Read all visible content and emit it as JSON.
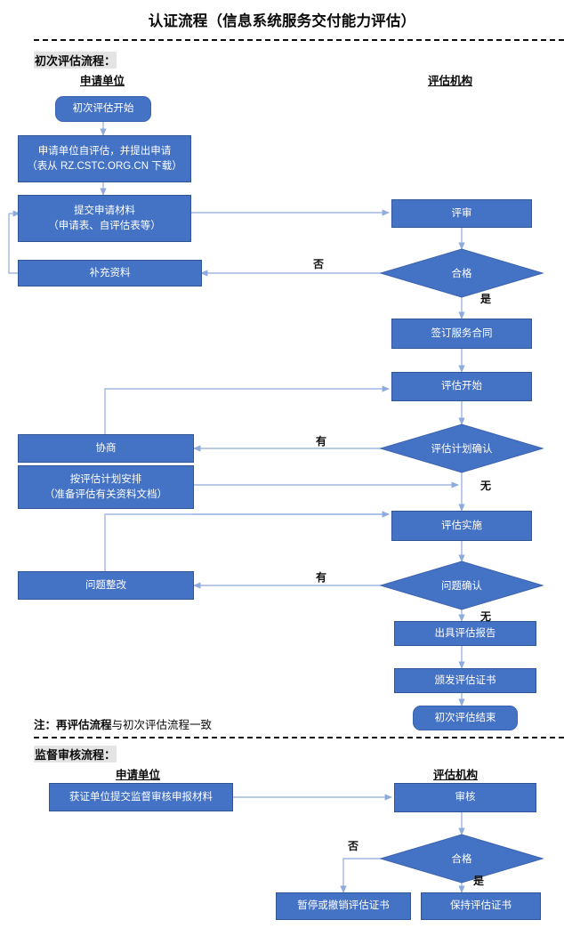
{
  "title": "认证流程（信息系统服务交付能力评估）",
  "theme": {
    "box_fill": "#4472C4",
    "box_stroke": "#2F5597",
    "diamond_fill": "#4472C4",
    "connector": "#8FAADC",
    "text_on_box": "#FFFFFF",
    "page_text": "#0A0A0A",
    "highlight": "#E4E4E4"
  },
  "sections": [
    {
      "id": "initial",
      "label": "初次评估流程：",
      "columns": [
        {
          "id": "applicant",
          "label": "申请单位"
        },
        {
          "id": "agency",
          "label": "评估机构"
        }
      ]
    },
    {
      "id": "surveillance",
      "label": "监督审核流程：",
      "columns": [
        {
          "id": "applicant2",
          "label": "申请单位"
        },
        {
          "id": "agency2",
          "label": "评估机构"
        }
      ]
    }
  ],
  "note": {
    "prefix": "注：",
    "bold_part": "再评估流程",
    "rest": "与初次评估流程一致",
    "full": "注：再评估流程与初次评估流程一致"
  },
  "nodes": {
    "start": {
      "label": "初次评估开始",
      "shape": "terminator",
      "column": "applicant"
    },
    "self_assess": {
      "line1": "申请单位自评估，并提出申请",
      "line2": "（表从 RZ.CSTC.ORG.CN 下载）",
      "shape": "process",
      "column": "applicant"
    },
    "submit": {
      "line1": "提交申请材料",
      "line2": "（申请表、自评估表等）",
      "shape": "process",
      "column": "applicant"
    },
    "supplement": {
      "label": "补充资料",
      "shape": "process",
      "column": "applicant"
    },
    "review": {
      "label": "评审",
      "shape": "process",
      "column": "agency"
    },
    "qualified": {
      "label": "合格",
      "shape": "decision",
      "column": "agency"
    },
    "contract": {
      "label": "签订服务合同",
      "shape": "process",
      "column": "agency"
    },
    "assess_start": {
      "label": "评估开始",
      "shape": "process",
      "column": "agency"
    },
    "negotiate": {
      "label": "协商",
      "shape": "process",
      "column": "applicant"
    },
    "plan_arrange": {
      "line1": "按评估计划安排",
      "line2": "（准备评估有关资料文档）",
      "shape": "process",
      "column": "applicant"
    },
    "plan_confirm": {
      "label": "评估计划确认",
      "shape": "decision",
      "column": "agency"
    },
    "assess_do": {
      "label": "评估实施",
      "shape": "process",
      "column": "agency"
    },
    "issue_fix": {
      "label": "问题整改",
      "shape": "process",
      "column": "applicant"
    },
    "issue_confirm": {
      "label": "问题确认",
      "shape": "decision",
      "column": "agency"
    },
    "report": {
      "label": "出具评估报告",
      "shape": "process",
      "column": "agency"
    },
    "certificate": {
      "label": "颁发评估证书",
      "shape": "process",
      "column": "agency"
    },
    "end": {
      "label": "初次评估结束",
      "shape": "terminator",
      "column": "agency"
    },
    "sv_submit": {
      "label": "获证单位提交监督审核申报材料",
      "shape": "process",
      "column": "applicant2"
    },
    "sv_audit": {
      "label": "审核",
      "shape": "process",
      "column": "agency2"
    },
    "sv_qualified": {
      "label": "合格",
      "shape": "decision",
      "column": "agency2"
    },
    "sv_suspend": {
      "label": "暂停或撤销评估证书",
      "shape": "process",
      "column": "applicant2"
    },
    "sv_keep": {
      "label": "保持评估证书",
      "shape": "process",
      "column": "agency2"
    }
  },
  "edge_labels": {
    "qualified_no": "否",
    "qualified_yes": "是",
    "plan_yes": "有",
    "plan_no": "无",
    "issue_yes": "有",
    "issue_no": "无",
    "sv_no": "否",
    "sv_yes": "是"
  },
  "chart_data": {
    "type": "diagram",
    "diagram_kind": "flowchart",
    "title": "认证流程（信息系统服务交付能力评估）",
    "swimlanes": [
      "申请单位",
      "评估机构"
    ],
    "edges": [
      {
        "from": "start",
        "to": "self_assess",
        "label": ""
      },
      {
        "from": "self_assess",
        "to": "submit",
        "label": ""
      },
      {
        "from": "submit",
        "to": "review",
        "label": ""
      },
      {
        "from": "review",
        "to": "qualified",
        "label": ""
      },
      {
        "from": "qualified",
        "to": "supplement",
        "label": "否"
      },
      {
        "from": "supplement",
        "to": "submit",
        "label": ""
      },
      {
        "from": "qualified",
        "to": "contract",
        "label": "是"
      },
      {
        "from": "contract",
        "to": "assess_start",
        "label": ""
      },
      {
        "from": "assess_start",
        "to": "plan_confirm",
        "label": ""
      },
      {
        "from": "plan_confirm",
        "to": "negotiate",
        "label": "有"
      },
      {
        "from": "negotiate",
        "to": "assess_start",
        "label": ""
      },
      {
        "from": "plan_confirm",
        "to": "assess_do",
        "label": "无"
      },
      {
        "from": "plan_arrange",
        "to": "assess_do",
        "label": ""
      },
      {
        "from": "assess_do",
        "to": "issue_confirm",
        "label": ""
      },
      {
        "from": "issue_confirm",
        "to": "issue_fix",
        "label": "有"
      },
      {
        "from": "issue_fix",
        "to": "assess_do",
        "label": ""
      },
      {
        "from": "issue_confirm",
        "to": "report",
        "label": "无"
      },
      {
        "from": "report",
        "to": "certificate",
        "label": ""
      },
      {
        "from": "certificate",
        "to": "end",
        "label": ""
      },
      {
        "from": "sv_submit",
        "to": "sv_audit",
        "label": ""
      },
      {
        "from": "sv_audit",
        "to": "sv_qualified",
        "label": ""
      },
      {
        "from": "sv_qualified",
        "to": "sv_suspend",
        "label": "否"
      },
      {
        "from": "sv_qualified",
        "to": "sv_keep",
        "label": "是"
      }
    ]
  }
}
